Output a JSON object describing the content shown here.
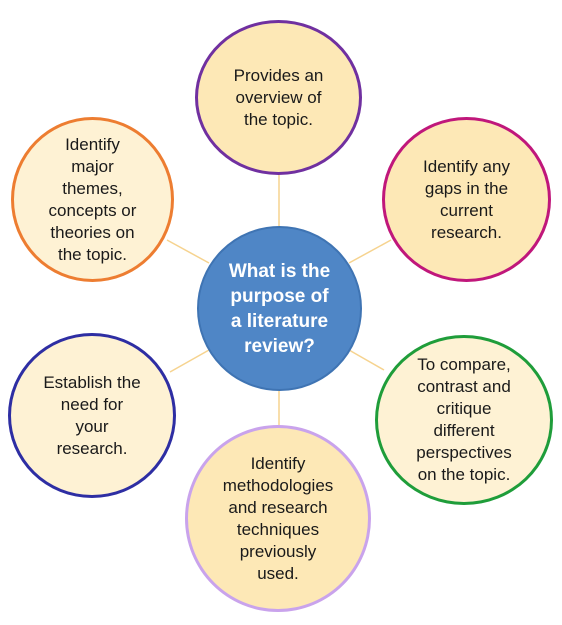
{
  "diagram": {
    "center": {
      "label": "What is the\npurpose of\na literature\nreview?",
      "fill": "#4f86c6"
    },
    "nodes": [
      {
        "id": "top",
        "label": "Provides an\noverview of\nthe topic.",
        "border": "#7030a0",
        "fill": "#fde8b6"
      },
      {
        "id": "top-left",
        "label": "Identify\nmajor\nthemes,\nconcepts or\ntheories on\nthe topic.",
        "border": "#ed7d31",
        "fill": "#fef2d4"
      },
      {
        "id": "top-right",
        "label": "Identify any\ngaps in the\ncurrent\nresearch.",
        "border": "#c0177b",
        "fill": "#fde8b6"
      },
      {
        "id": "left",
        "label": "Establish the\nneed for\nyour\nresearch.",
        "border": "#2e2ea3",
        "fill": "#fef2d4"
      },
      {
        "id": "right",
        "label": "To compare,\ncontrast and\ncritique\ndifferent\nperspectives\non the topic.",
        "border": "#1f9d3a",
        "fill": "#fef2d4"
      },
      {
        "id": "bottom",
        "label": "Identify\nmethodologies\nand research\ntechniques\npreviously\nused.",
        "border": "#c9a3ec",
        "fill": "#fde8b6"
      }
    ],
    "connector_color": "#f6d38f"
  }
}
